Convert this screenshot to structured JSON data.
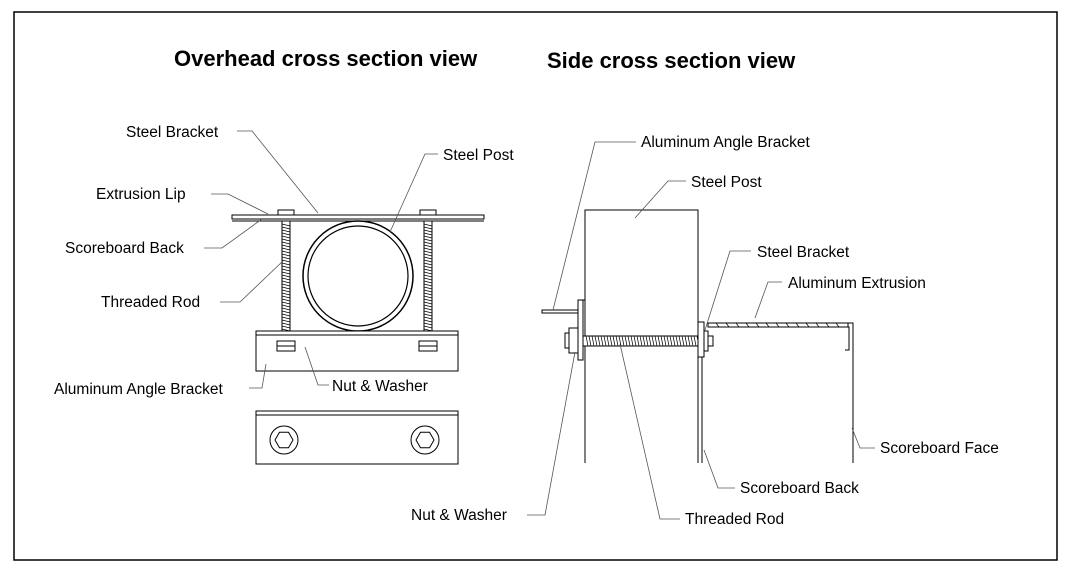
{
  "titles": {
    "overhead": "Overhead cross section view",
    "side": "Side cross section view"
  },
  "overhead_labels": {
    "steel_bracket": "Steel Bracket",
    "steel_post": "Steel Post",
    "extrusion_lip": "Extrusion Lip",
    "scoreboard_back": "Scoreboard Back",
    "threaded_rod": "Threaded Rod",
    "aluminum_angle_bracket": "Aluminum Angle Bracket",
    "nut_washer": "Nut & Washer"
  },
  "side_labels": {
    "aluminum_angle_bracket": "Aluminum Angle Bracket",
    "steel_post": "Steel Post",
    "steel_bracket": "Steel Bracket",
    "aluminum_extrusion": "Aluminum Extrusion",
    "scoreboard_face": "Scoreboard Face",
    "scoreboard_back": "Scoreboard Back",
    "nut_washer": "Nut & Washer",
    "threaded_rod": "Threaded Rod"
  }
}
